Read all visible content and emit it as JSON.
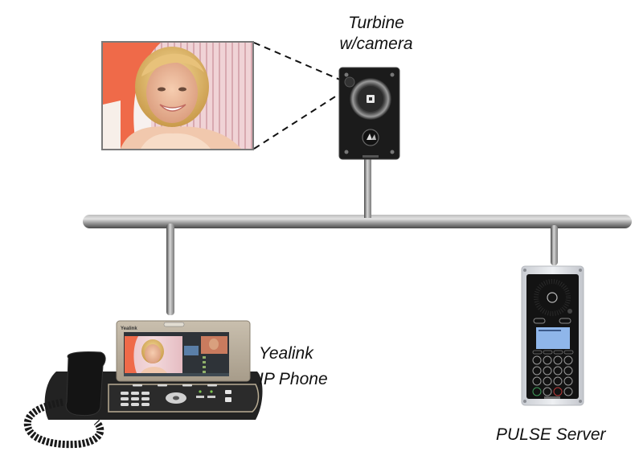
{
  "diagram": {
    "type": "network-topology",
    "nodes": [
      {
        "id": "turbine",
        "label_line1": "Turbine",
        "label_line2": "w/camera",
        "device": "intercom-camera"
      },
      {
        "id": "yealink",
        "label_line1": "Yealink",
        "label_line2": "IP Phone",
        "device": "video-ip-phone"
      },
      {
        "id": "pulse",
        "label": "PULSE Server",
        "device": "intercom-keypad-station"
      }
    ],
    "backbone": {
      "name": "network-bus",
      "connected": [
        "turbine",
        "yealink",
        "pulse"
      ]
    },
    "callout": {
      "from": "turbine",
      "content": "camera-view-snapshot"
    },
    "phone_brand": "Yealink",
    "colors": {
      "bus_light": "#d9d9d9",
      "bus_mid": "#a8a8a8",
      "bus_dark": "#5a5a5a",
      "device_black": "#1b1b1b",
      "panel_silver": "#d8dade",
      "lcd_blue": "#8fb6ea",
      "text": "#111111"
    }
  }
}
